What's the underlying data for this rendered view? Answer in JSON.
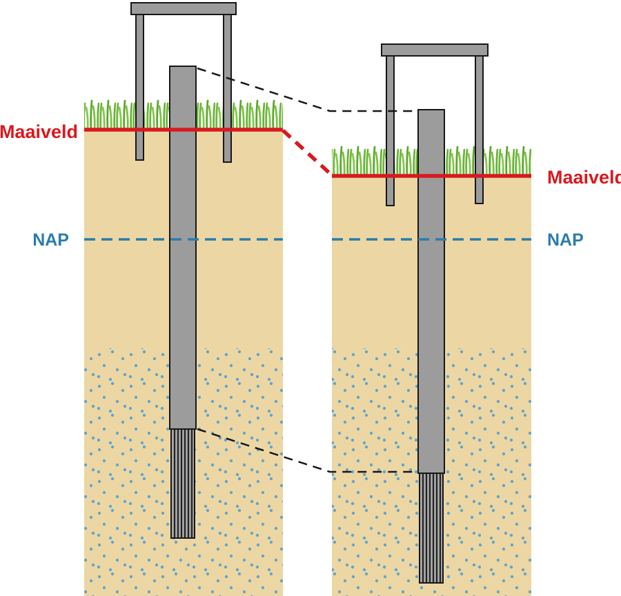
{
  "labels": {
    "maaiveld_left": "Maaiveld",
    "maaiveld_right": "Maaiveld",
    "nap_left": "NAP",
    "nap_right": "NAP"
  },
  "colors": {
    "soil": "#ecd7a4",
    "soil_dot": "#64a4c8",
    "grass_green": "#79bf3e",
    "grass_green_dark": "#5fa531",
    "maaiveld_red": "#d8191f",
    "nap_blue": "#2a7cab",
    "pipe_gray": "#9c9c9c",
    "outline_black": "#161616"
  }
}
